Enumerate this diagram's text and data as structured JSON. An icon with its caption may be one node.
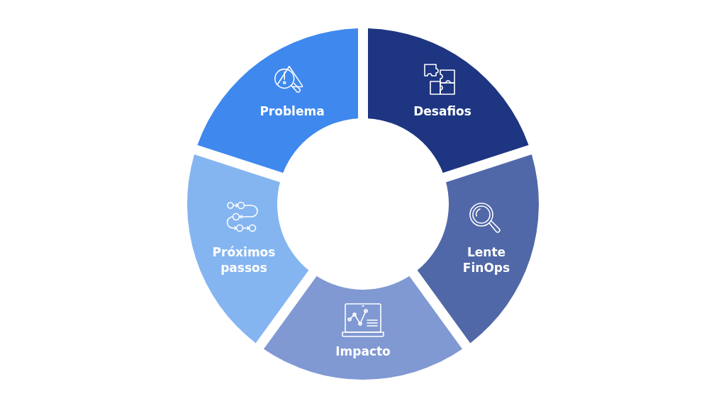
{
  "diagram": {
    "nodes": [
      {
        "text": [
          "Problema"
        ]
      },
      {
        "text": [
          "Desafios"
        ]
      },
      {
        "text": [
          "Lente FinOps"
        ]
      },
      {
        "text": [
          "Impacto"
        ]
      },
      {
        "text": [
          "Próximos passos"
        ]
      }
    ]
  }
}
